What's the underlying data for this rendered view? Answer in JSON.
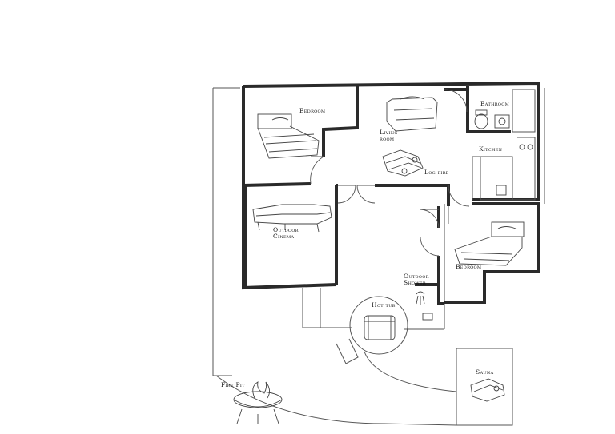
{
  "rooms": {
    "bedroom_1": "Bedroom",
    "living_room_line1": "Living",
    "living_room_line2": "room",
    "bathroom": "Bathroom",
    "kitchen": "Kitchen",
    "log_fire": "Log fire",
    "outdoor_cinema_line1": "Outdoor",
    "outdoor_cinema_line2": "Cinema",
    "outdoor_shower_line1": "Outdoor",
    "outdoor_shower_line2": "Shower",
    "bedroom_2": "Bedroom",
    "hot_tub": "Hot tub",
    "sauna": "Sauna",
    "fire_pit": "Fire Pit"
  },
  "icons": {
    "bed": "bed-icon",
    "sofa": "sofa-icon",
    "logs": "log-pile-icon",
    "toilet": "toilet-icon",
    "sink": "sink-icon",
    "hob": "hob-icon",
    "outdoor_sofa": "outdoor-sofa-icon",
    "shower": "shower-icon",
    "hot_tub": "hot-tub-icon",
    "fire_pit": "fire-pit-icon"
  }
}
